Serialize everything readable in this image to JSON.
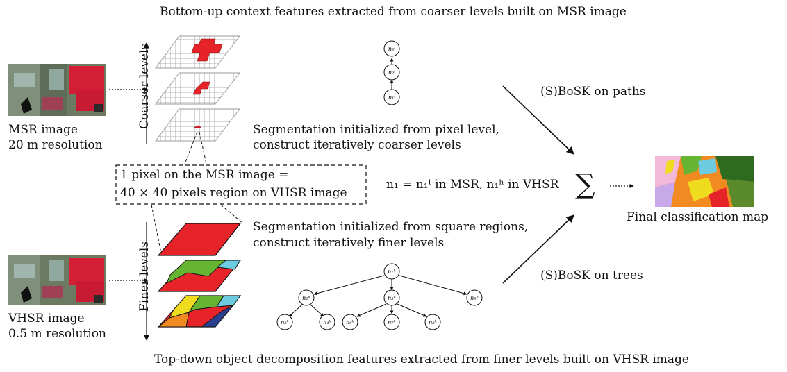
{
  "captions": {
    "top": "Bottom-up context features extracted from coarser levels built on MSR image",
    "bottom": "Top-down object decomposition features extracted from finer levels built on VHSR image"
  },
  "msr": {
    "line1": "MSR image",
    "line2": "20 m resolution"
  },
  "vhsr": {
    "line1": "VHSR image",
    "line2": "0.5 m resolution"
  },
  "axes": {
    "coarser": "Coarser levels",
    "finer": "Finer levels"
  },
  "segmentation_coarse": {
    "line1": "Segmentation initialized from pixel level,",
    "line2": "construct iteratively coarser levels"
  },
  "segmentation_fine": {
    "line1": "Segmentation initialized from square regions,",
    "line2": "construct iteratively finer levels"
  },
  "equivalence": {
    "line1": "1 pixel on the MSR image   =",
    "line2": "40 × 40 pixels region on VHSR image"
  },
  "node_equation": "n₁ = n₁ˡ in MSR, n₁ʰ in VHSR",
  "sum_symbol": "∑",
  "bosk_paths": "(S)BoSK on paths",
  "bosk_trees": "(S)BoSK on trees",
  "final_map": "Final classification map",
  "path_nodes": [
    "n₃ˡ",
    "n₂ˡ",
    "n₁ˡ"
  ],
  "tree_nodes": [
    "n₁ʰ",
    "n₂ʰ",
    "n₅ʰ",
    "n₉ʰ",
    "n₃ʰ",
    "n₄ʰ",
    "n₆ʰ",
    "n₇ʰ",
    "n₈ʰ"
  ],
  "colors": {
    "red": "#e52328",
    "green": "#66b532",
    "cyan": "#6ccbe0",
    "yellow": "#f0dc1e",
    "orange": "#f28a22",
    "navy": "#2a3f8f",
    "grid": "#9a9a9a"
  }
}
